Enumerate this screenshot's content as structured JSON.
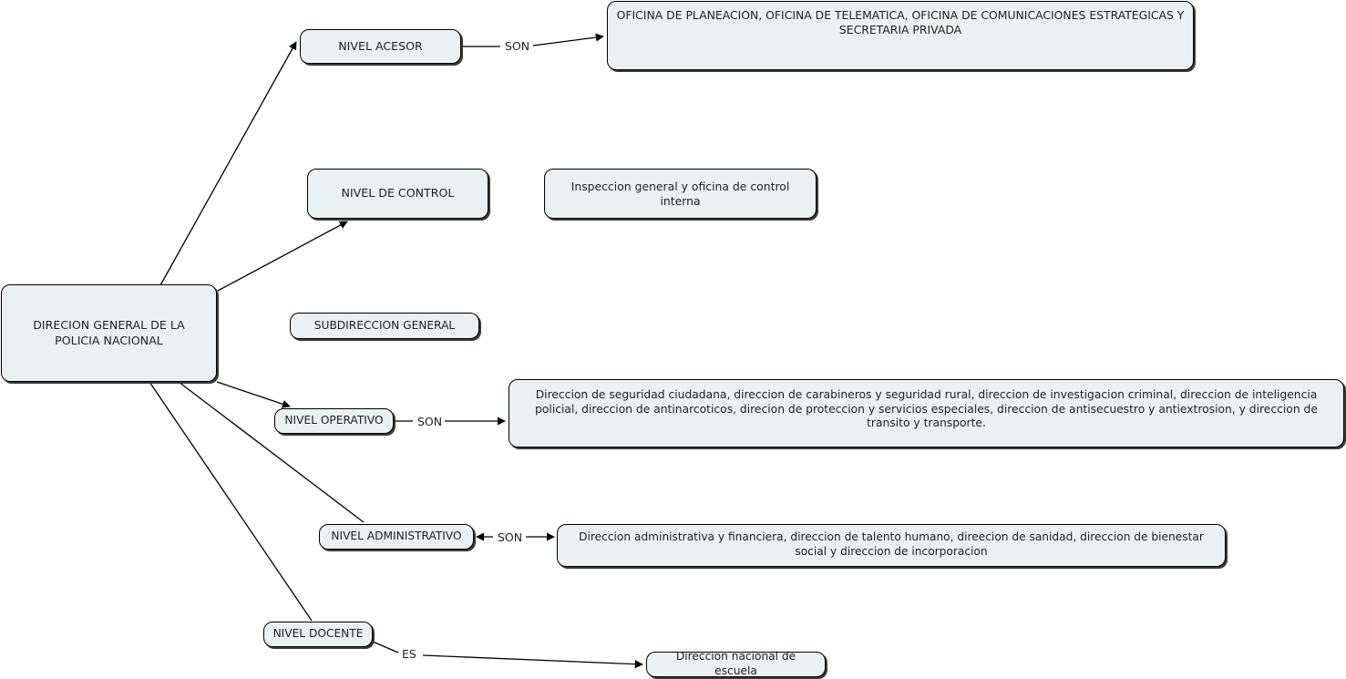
{
  "diagram": {
    "title": "Estructura Policia Nacional",
    "style": {
      "node_fill": "#e9f1f2",
      "node_border": "#000000",
      "shadow": "#3a3a3a",
      "text_color": "#231f20",
      "background": "#ffffff"
    },
    "nodes": [
      {
        "id": "root",
        "label": "DIRECION GENERAL DE LA POLICIA NACIONAL"
      },
      {
        "id": "acesor",
        "label": "NIVEL ACESOR"
      },
      {
        "id": "acesor_d",
        "label": "OFICINA DE PLANEACION, OFICINA DE  TELEMATICA, OFICINA DE COMUNICACIONES ESTRATEGICAS Y SECRETARIA PRIVADA"
      },
      {
        "id": "control",
        "label": "NIVEL  DE CONTROL"
      },
      {
        "id": "control_d",
        "label": "Inspeccion general y oficina de control interna"
      },
      {
        "id": "subdir",
        "label": "SUBDIRECCION GENERAL"
      },
      {
        "id": "operativo",
        "label": "NIVEL OPERATIVO"
      },
      {
        "id": "operativo_d",
        "label": "Direccion de seguridad ciudadana, direccion de carabineros y seguridad rural, direccion de investigacion criminal, direccion de inteligencia policial, direccion de antinarcoticos, direcion de proteccion y servicios especiales, direccion de antisecuestro y antiextrosion, y direccion de transito y transporte."
      },
      {
        "id": "admin",
        "label": "NIVEL ADMINISTRATIVO"
      },
      {
        "id": "admin_d",
        "label": "Direccion administrativa y financiera, direccion de talento humano, direecion de sanidad, direccion de bienestar social y direccion de incorporacion"
      },
      {
        "id": "docente",
        "label": "NIVEL DOCENTE"
      },
      {
        "id": "docente_d",
        "label": "Direccion nacional de escuela"
      }
    ],
    "edge_labels": {
      "son_acesor": "SON",
      "son_operativo": "SON",
      "son_admin": "SON",
      "es_docente": "ES"
    }
  }
}
